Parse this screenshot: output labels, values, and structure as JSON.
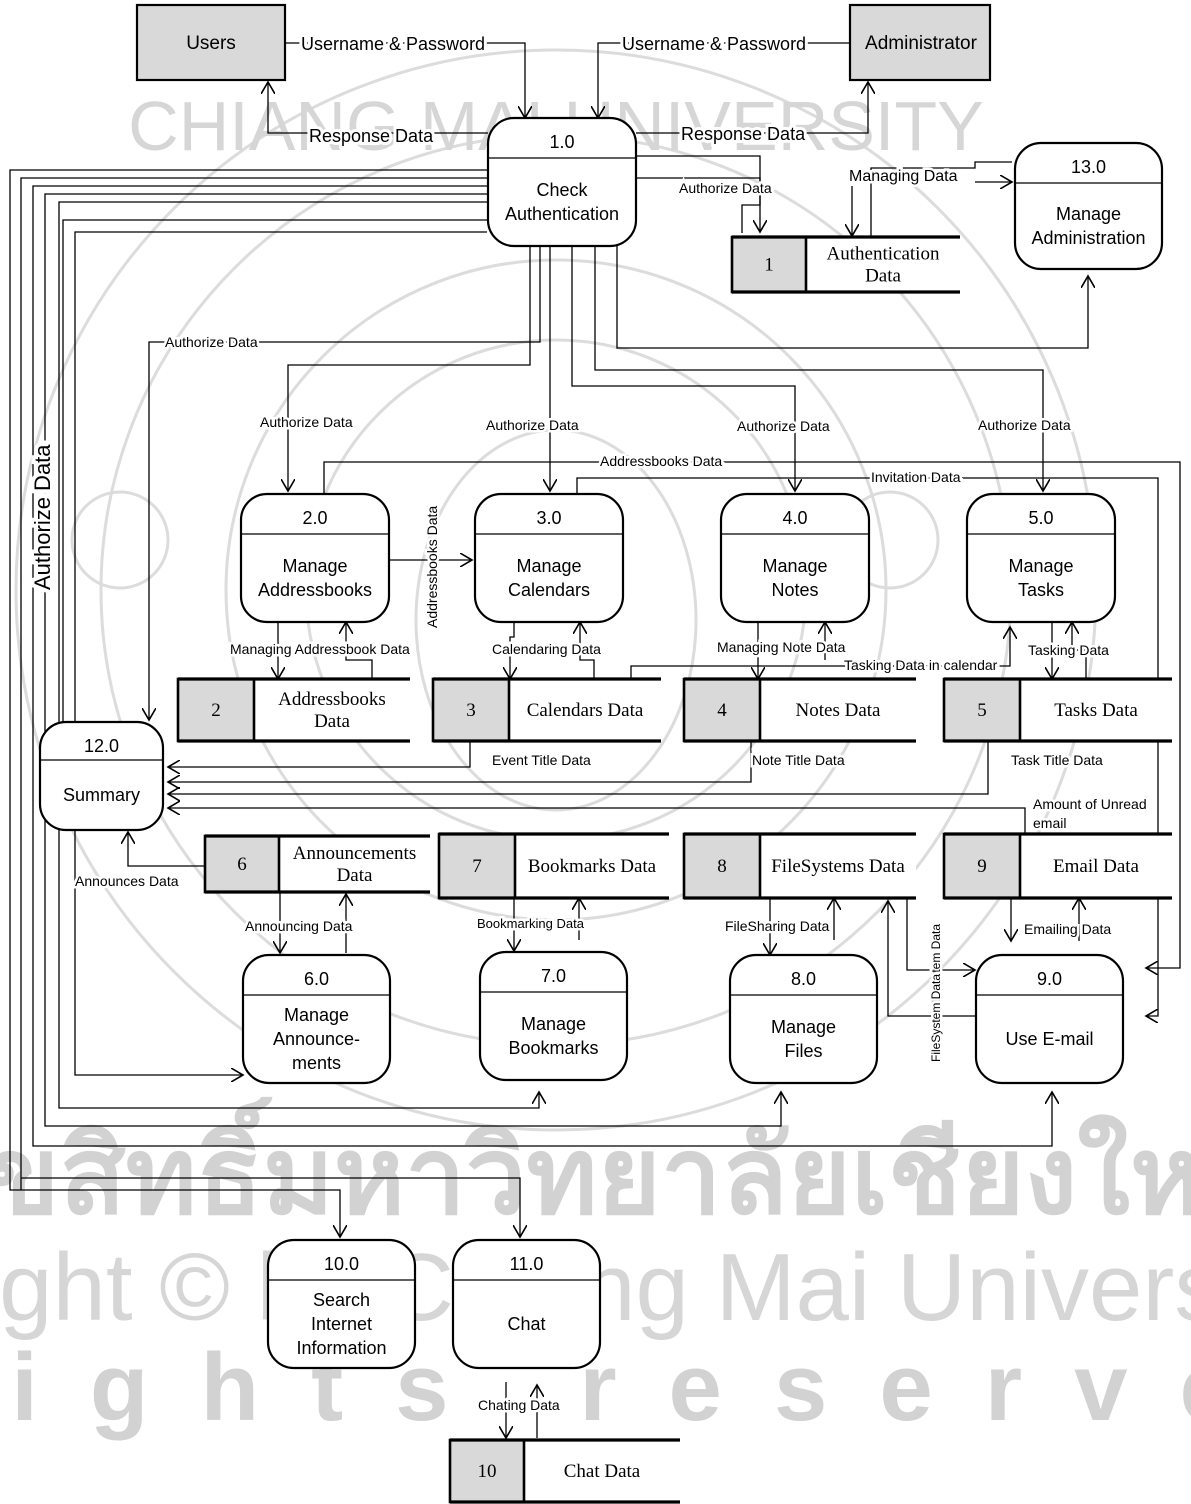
{
  "watermark": {
    "line1": "ลิขสิทธิ์มหาวิทยาลัยเชียงใหม่",
    "line2": "Copyright © by Chiang Mai University",
    "line3": "All rights reserved",
    "seal_text": "CHIANG MAI UNIVERSITY"
  },
  "externals": {
    "users": "Users",
    "administrator": "Administrator"
  },
  "processes": {
    "p1": {
      "id": "1.0",
      "lines": [
        "Check",
        "Authentication"
      ]
    },
    "p2": {
      "id": "2.0",
      "lines": [
        "Manage",
        "Addressbooks"
      ]
    },
    "p3": {
      "id": "3.0",
      "lines": [
        "Manage",
        "Calendars"
      ]
    },
    "p4": {
      "id": "4.0",
      "lines": [
        "Manage",
        "Notes"
      ]
    },
    "p5": {
      "id": "5.0",
      "lines": [
        "Manage",
        "Tasks"
      ]
    },
    "p6": {
      "id": "6.0",
      "lines": [
        "Manage",
        "Announce-",
        "ments"
      ]
    },
    "p7": {
      "id": "7.0",
      "lines": [
        "Manage",
        "Bookmarks"
      ]
    },
    "p8": {
      "id": "8.0",
      "lines": [
        "Manage",
        "Files"
      ]
    },
    "p9": {
      "id": "9.0",
      "lines": [
        "Use E-mail"
      ]
    },
    "p10": {
      "id": "10.0",
      "lines": [
        "Search",
        "Internet",
        "Information"
      ]
    },
    "p11": {
      "id": "11.0",
      "lines": [
        "Chat"
      ]
    },
    "p12": {
      "id": "12.0",
      "lines": [
        "Summary"
      ]
    },
    "p13": {
      "id": "13.0",
      "lines": [
        "Manage",
        "Administration"
      ]
    }
  },
  "stores": {
    "d1": {
      "num": "1",
      "lines": [
        "Authentication",
        "Data"
      ]
    },
    "d2": {
      "num": "2",
      "lines": [
        "Addressbooks",
        "Data"
      ]
    },
    "d3": {
      "num": "3",
      "lines": [
        "Calendars Data"
      ]
    },
    "d4": {
      "num": "4",
      "lines": [
        "Notes Data"
      ]
    },
    "d5": {
      "num": "5",
      "lines": [
        "Tasks Data"
      ]
    },
    "d6": {
      "num": "6",
      "lines": [
        "Announcements",
        "Data"
      ]
    },
    "d7": {
      "num": "7",
      "lines": [
        "Bookmarks Data"
      ]
    },
    "d8": {
      "num": "8",
      "lines": [
        "FileSystems Data"
      ]
    },
    "d9": {
      "num": "9",
      "lines": [
        "Email Data"
      ]
    },
    "d10": {
      "num": "10",
      "lines": [
        "Chat Data"
      ]
    }
  },
  "flows": {
    "users_up": "Username & Password",
    "admin_up": "Username & Password",
    "resp_users": "Response Data",
    "resp_admin": "Response Data",
    "auth_d1": "Authorize Data",
    "managing": "Managing Data",
    "auth_12": "Authorize Data",
    "auth_2": "Authorize Data",
    "auth_3": "Authorize Data",
    "auth_4": "Authorize Data",
    "auth_5": "Authorize Data",
    "auth_left_big": "Authorize Data",
    "addr_top": "Addressbooks Data",
    "invitation": "Invitation Data",
    "addr_vert": "Addressbooks Data",
    "managing_addr": "Managing Addressbook Data",
    "calendaring": "Calendaring Data",
    "managing_note": "Managing Note Data",
    "tasking_cal": "Tasking Data in calendar",
    "tasking": "Tasking Data",
    "event_title": "Event Title Data",
    "note_title": "Note Title Data",
    "task_title": "Task Title Data",
    "unread1": "Amount of Unread",
    "unread2": "email",
    "announces": "Announces Data",
    "announcing": "Announcing Data",
    "bookmarking": "Bookmarking Data",
    "filesharing": "FileSharing Data",
    "filesystem1": "FileSystem Data",
    "filesystem2": "FileSystem Data",
    "emailing": "Emailing Data",
    "chating": "Chating Data"
  }
}
